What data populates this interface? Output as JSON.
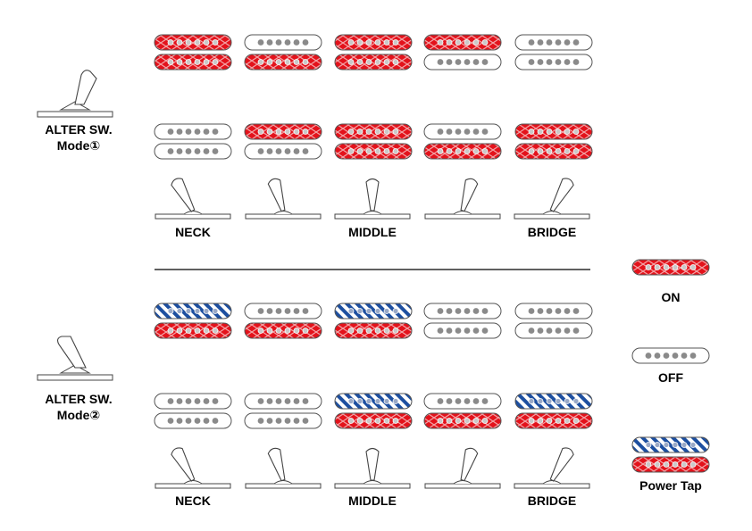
{
  "mode1": {
    "label_line1": "ALTER SW.",
    "label_line2": "Mode①",
    "position_labels": [
      "NECK",
      "MIDDLE",
      "BRIDGE"
    ],
    "row_a": [
      [
        "on",
        "on"
      ],
      [
        "off",
        "on"
      ],
      [
        "on",
        "on"
      ],
      [
        "on",
        "off"
      ],
      [
        "off",
        "off"
      ]
    ],
    "row_b": [
      [
        "off",
        "off"
      ],
      [
        "on",
        "off"
      ],
      [
        "on",
        "on"
      ],
      [
        "off",
        "on"
      ],
      [
        "on",
        "on"
      ]
    ]
  },
  "mode2": {
    "label_line1": "ALTER SW.",
    "label_line2": "Mode②",
    "position_labels": [
      "NECK",
      "MIDDLE",
      "BRIDGE"
    ],
    "row_a": [
      [
        "tap",
        "on"
      ],
      [
        "off",
        "on"
      ],
      [
        "tap",
        "on"
      ],
      [
        "off",
        "off"
      ],
      [
        "off",
        "off"
      ]
    ],
    "row_b": [
      [
        "off",
        "off"
      ],
      [
        "off",
        "off"
      ],
      [
        "tap",
        "on"
      ],
      [
        "off",
        "on"
      ],
      [
        "tap",
        "on"
      ]
    ]
  },
  "legend": {
    "on": "ON",
    "off": "OFF",
    "power_tap": "Power Tap"
  },
  "colors": {
    "on": "#e3121b",
    "tap": "#1d4fa0",
    "off_dot": "#8a8a8a",
    "outline": "#555555"
  }
}
